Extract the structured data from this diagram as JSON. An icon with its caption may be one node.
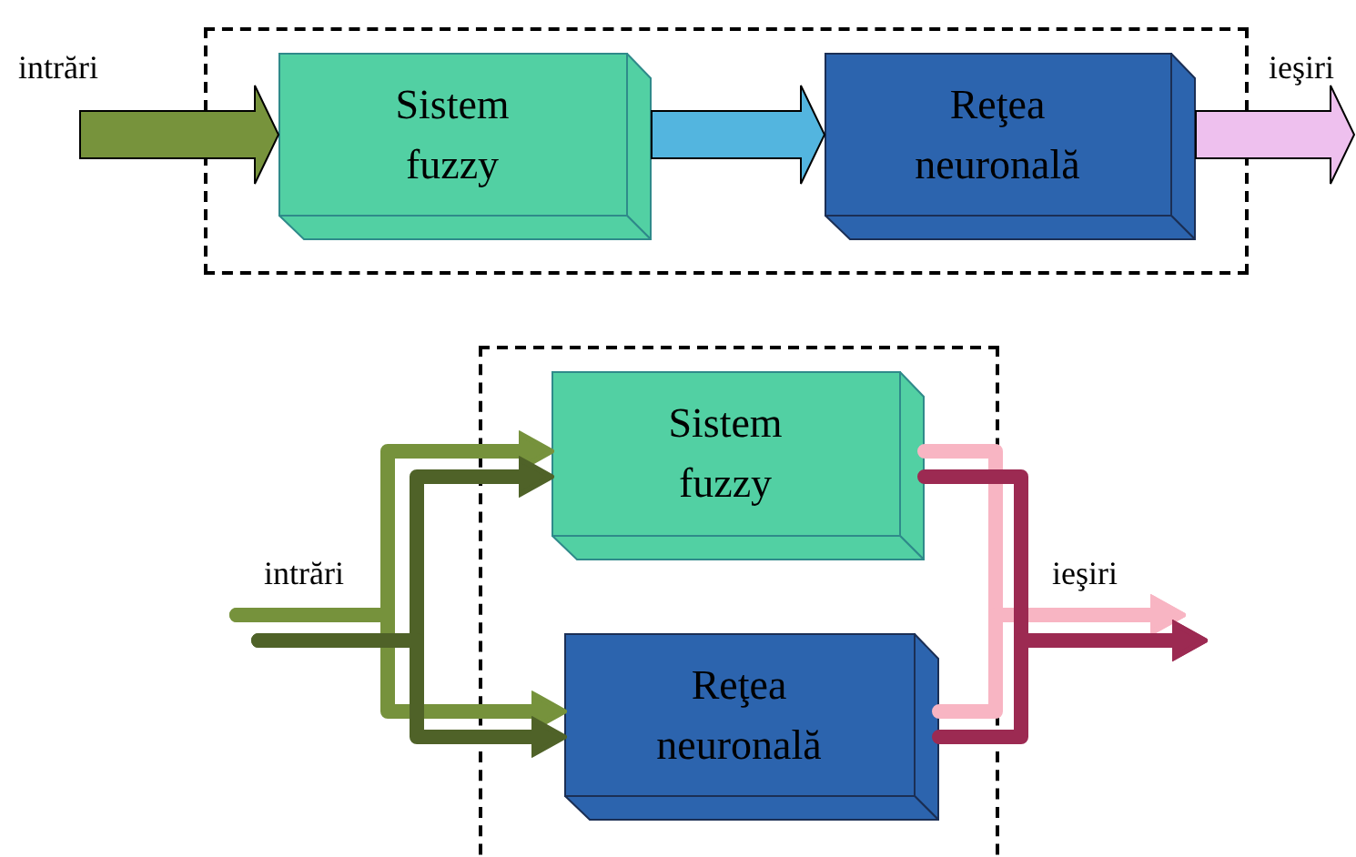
{
  "diagram": {
    "nodes": [
      {
        "text": [],
        "shape": "box"
      },
      {
        "text": [
          "Sistem fuzzy"
        ],
        "in": 0
      },
      {
        "text": [
          "Reţea neuronală"
        ],
        "in": 0
      },
      {
        "text": [],
        "shape": "box"
      },
      {
        "text": [
          "Sistem fuzzy"
        ],
        "in": 3
      },
      {
        "text": [
          "Reţea neuronală"
        ],
        "in": 3
      }
    ],
    "edges": [
      {
        "from": null,
        "to": 1,
        "arrow": "to",
        "style": "thick",
        "color": "#77933c"
      },
      {
        "from": 1,
        "to": 2,
        "arrow": "to",
        "style": "thick",
        "color": "#53b5df"
      },
      {
        "from": 2,
        "to": null,
        "arrow": "to",
        "style": "thick",
        "color": "#eec0ee"
      },
      {
        "from": null,
        "to": 4,
        "arrow": "to",
        "color": "#76923c"
      },
      {
        "from": null,
        "to": 5,
        "arrow": "to",
        "color": "#76923c"
      },
      {
        "from": null,
        "to": 4,
        "arrow": "to",
        "color": "#4f6228"
      },
      {
        "from": null,
        "to": 5,
        "arrow": "to",
        "color": "#4f6228"
      },
      {
        "from": 4,
        "to": null,
        "arrow": "to",
        "color": "#f8b5c3"
      },
      {
        "from": 5,
        "to": null,
        "arrow": "to",
        "color": "#f8b5c3"
      },
      {
        "from": 4,
        "to": null,
        "arrow": "to",
        "color": "#9c2a52"
      },
      {
        "from": 5,
        "to": null,
        "arrow": "to",
        "color": "#9c2a52"
      }
    ],
    "labels": [
      "intrări",
      "ieşiri",
      "intrări",
      "ieşiri"
    ]
  }
}
